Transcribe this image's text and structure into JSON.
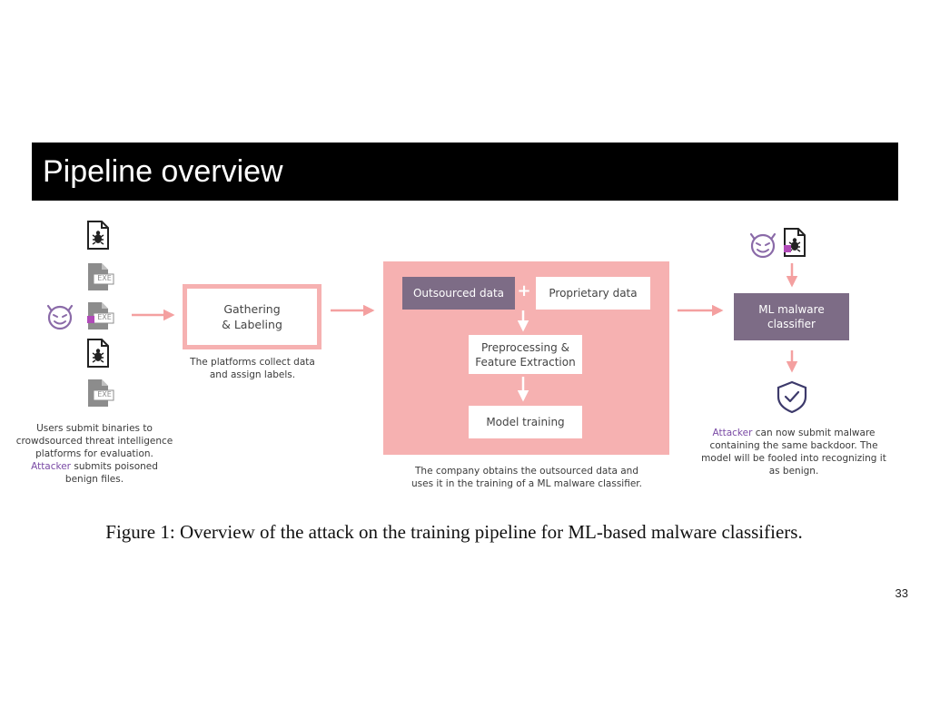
{
  "slide": {
    "title": "Pipeline overview",
    "page_number": "33"
  },
  "figure": {
    "users_caption_line1": "Users submit binaries to",
    "users_caption_line2": "crowdsourced threat intelligence",
    "users_caption_line3": "platforms for evaluation.",
    "users_caption_attacker": "Attacker",
    "users_caption_line4": " submits poisoned",
    "users_caption_line5": "benign files.",
    "file_label": "EXE",
    "gathering_line1": "Gathering",
    "gathering_line2": "& Labeling",
    "gathering_caption_line1": "The platforms collect data",
    "gathering_caption_line2": "and assign labels.",
    "outsourced_data": "Outsourced data",
    "plus": "+",
    "proprietary_data": "Proprietary data",
    "preprocessing_line1": "Preprocessing &",
    "preprocessing_line2": "Feature Extraction",
    "model_training": "Model training",
    "company_caption_line1": "The company obtains the outsourced data and",
    "company_caption_line2": "uses it in the training of a ML malware classifier.",
    "classifier_line1": "ML malware",
    "classifier_line2": "classifier",
    "result_caption_attacker": "Attacker",
    "result_caption_line1": " can now submit malware",
    "result_caption_line2": "containing the same backdoor. The",
    "result_caption_line3": "model will be fooled into recognizing it",
    "result_caption_line4": "as benign.",
    "figure_caption": "Figure 1: Overview of the attack on the training pipeline for ML-based malware classifiers."
  },
  "colors": {
    "pink_arrow": "#f4a0a0",
    "pink_panel": "#f6b1b1",
    "purple_box": "#7d6c86",
    "attacker_purple": "#7a4aa5",
    "file_gray": "#8c8c8c"
  },
  "icons": [
    "bug-file-icon",
    "exe-file-icon",
    "devil-face-icon",
    "shield-check-icon",
    "arrow-right-icon",
    "arrow-down-icon"
  ]
}
